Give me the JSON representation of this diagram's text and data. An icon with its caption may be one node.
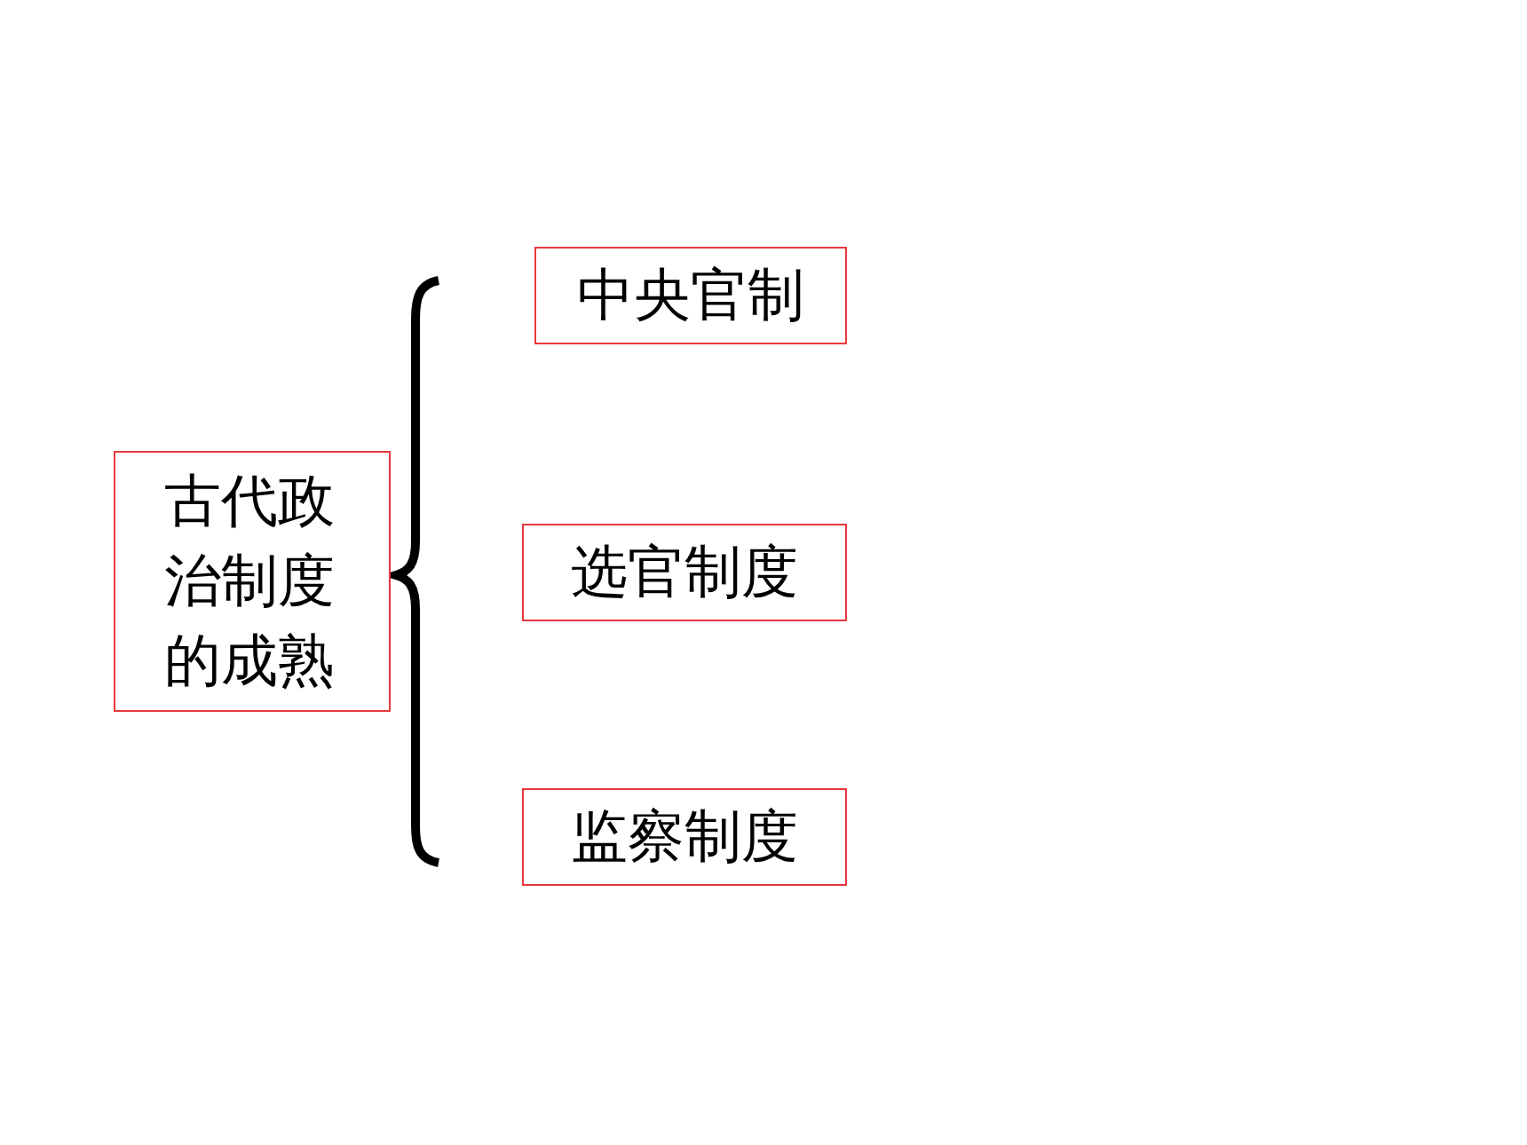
{
  "diagram": {
    "nodes": [
      {
        "text": [
          "古代政治制度的成熟"
        ]
      },
      {
        "text": [
          "中央官制"
        ]
      },
      {
        "text": [
          "选官制度"
        ]
      },
      {
        "text": [
          "监察制度"
        ]
      }
    ]
  }
}
